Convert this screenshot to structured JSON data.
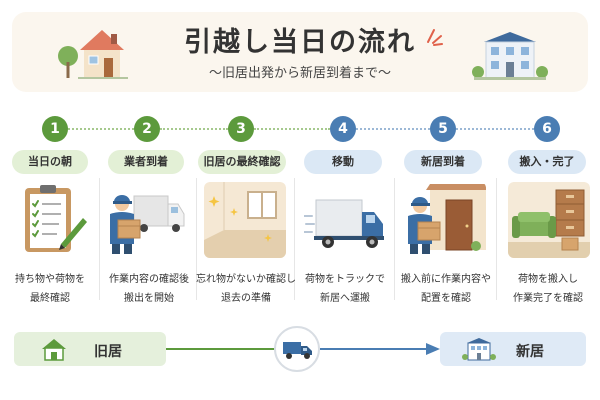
{
  "header": {
    "title": "引越し当日の流れ",
    "subtitle": "〜旧居出発から新居到着まで〜"
  },
  "steps": [
    {
      "number": "1",
      "label": "当日の朝",
      "desc_line1": "持ち物や荷物を",
      "desc_line2": "最終確認",
      "icon": "clipboard-checklist-icon"
    },
    {
      "number": "2",
      "label": "業者到着",
      "desc_line1": "作業内容の確認後",
      "desc_line2": "搬出を開始",
      "icon": "mover-with-truck-icon"
    },
    {
      "number": "3",
      "label": "旧居の最終確認",
      "desc_line1": "忘れ物がないか確認し",
      "desc_line2": "退去の準備",
      "icon": "empty-room-icon"
    },
    {
      "number": "4",
      "label": "移動",
      "desc_line1": "荷物をトラックで",
      "desc_line2": "新居へ運搬",
      "icon": "moving-truck-icon"
    },
    {
      "number": "5",
      "label": "新居到着",
      "desc_line1": "搬入前に作業内容や",
      "desc_line2": "配置を確認",
      "icon": "mover-at-door-icon"
    },
    {
      "number": "6",
      "label": "搬入・完了",
      "desc_line1": "荷物を搬入し",
      "desc_line2": "作業完了を確認",
      "icon": "furnished-room-icon"
    }
  ],
  "journey": {
    "from_label": "旧居",
    "to_label": "新居"
  },
  "colors": {
    "green": "#5c9a3c",
    "blue": "#4a7db3",
    "green_light": "#e3f0d6",
    "blue_light": "#dbe8f5",
    "header_bg": "#fbf6ee"
  }
}
